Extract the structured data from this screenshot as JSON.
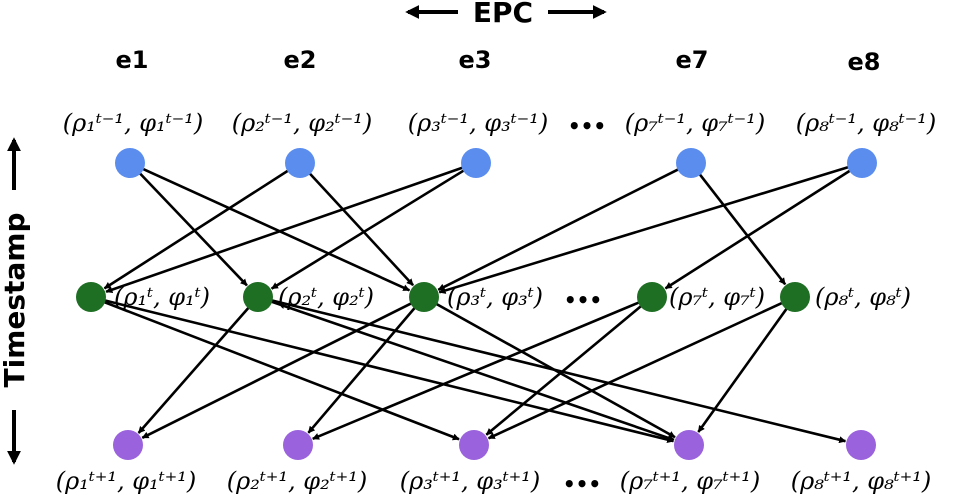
{
  "axes": {
    "epc_label": "EPC",
    "timestamp_label": "Timestamp"
  },
  "columns": [
    "e1",
    "e2",
    "e3",
    "e7",
    "e8"
  ],
  "rows": {
    "top": {
      "color": "#5b8def",
      "labels": [
        "(ρ₁ᵗ⁻¹, φ₁ᵗ⁻¹)",
        "(ρ₂ᵗ⁻¹, φ₂ᵗ⁻¹)",
        "(ρ₃ᵗ⁻¹, φ₃ᵗ⁻¹)",
        "(ρ₇ᵗ⁻¹, φ₇ᵗ⁻¹)",
        "(ρ₈ᵗ⁻¹, φ₈ᵗ⁻¹)"
      ],
      "ellipsis": "•••"
    },
    "middle": {
      "color": "#1e6e24",
      "labels": [
        "(ρ₁ᵗ, φ₁ᵗ)",
        "(ρ₂ᵗ, φ₂ᵗ)",
        "(ρ₃ᵗ, φ₃ᵗ)",
        "(ρ₇ᵗ, φ₇ᵗ)",
        "(ρ₈ᵗ, φ₈ᵗ)"
      ],
      "ellipsis": "•••"
    },
    "bottom": {
      "color": "#9a62dc",
      "labels": [
        "(ρ₁ᵗ⁺¹, φ₁ᵗ⁺¹)",
        "(ρ₂ᵗ⁺¹, φ₂ᵗ⁺¹)",
        "(ρ₃ᵗ⁺¹, φ₃ᵗ⁺¹)",
        "(ρ₇ᵗ⁺¹, φ₇ᵗ⁺¹)",
        "(ρ₈ᵗ⁺¹, φ₈ᵗ⁺¹)"
      ],
      "ellipsis": "•••"
    }
  },
  "edges": {
    "top_to_middle": [
      [
        0,
        1
      ],
      [
        0,
        2
      ],
      [
        1,
        0
      ],
      [
        1,
        2
      ],
      [
        2,
        0
      ],
      [
        2,
        1
      ],
      [
        3,
        2
      ],
      [
        3,
        4
      ],
      [
        4,
        2
      ],
      [
        4,
        3
      ]
    ],
    "middle_to_bottom": [
      [
        0,
        2
      ],
      [
        0,
        3
      ],
      [
        1,
        0
      ],
      [
        1,
        3
      ],
      [
        1,
        4
      ],
      [
        2,
        0
      ],
      [
        2,
        1
      ],
      [
        2,
        3
      ],
      [
        3,
        1
      ],
      [
        3,
        2
      ],
      [
        4,
        2
      ],
      [
        4,
        3
      ]
    ]
  }
}
